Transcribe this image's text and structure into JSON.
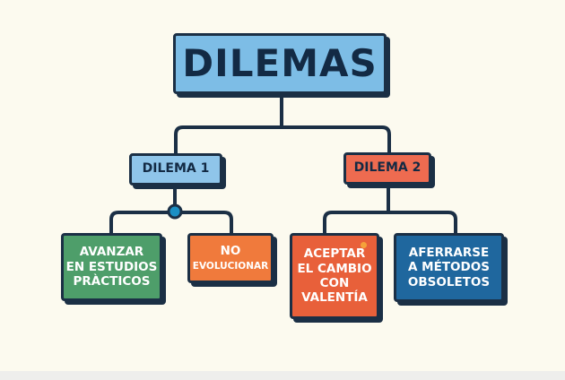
{
  "title": "DILEMAS",
  "dilemma_1": {
    "label": "DILEMA 1",
    "options": [
      "AVANZAR\nEN ESTUDIOS\nPRÀCTICOS",
      "NO",
      "EVOLUCIONAR"
    ]
  },
  "dilemma_2": {
    "label": "DILEMA 2",
    "options": [
      "ACEPTAR\nEL CAMBIO\nCON\nVALENTÍA",
      "AFERRARSE\nA MÉTODOS\nOBSOLETOS"
    ]
  },
  "colors": {
    "outline": "#1b2f45",
    "root": "#7dbde6",
    "dilemma_1": "#8fc5ea",
    "dilemma_2": "#ee6b50",
    "green": "#4e9e6a",
    "orange": "#f07a3c",
    "red": "#e8603a",
    "blue": "#1f679e"
  }
}
